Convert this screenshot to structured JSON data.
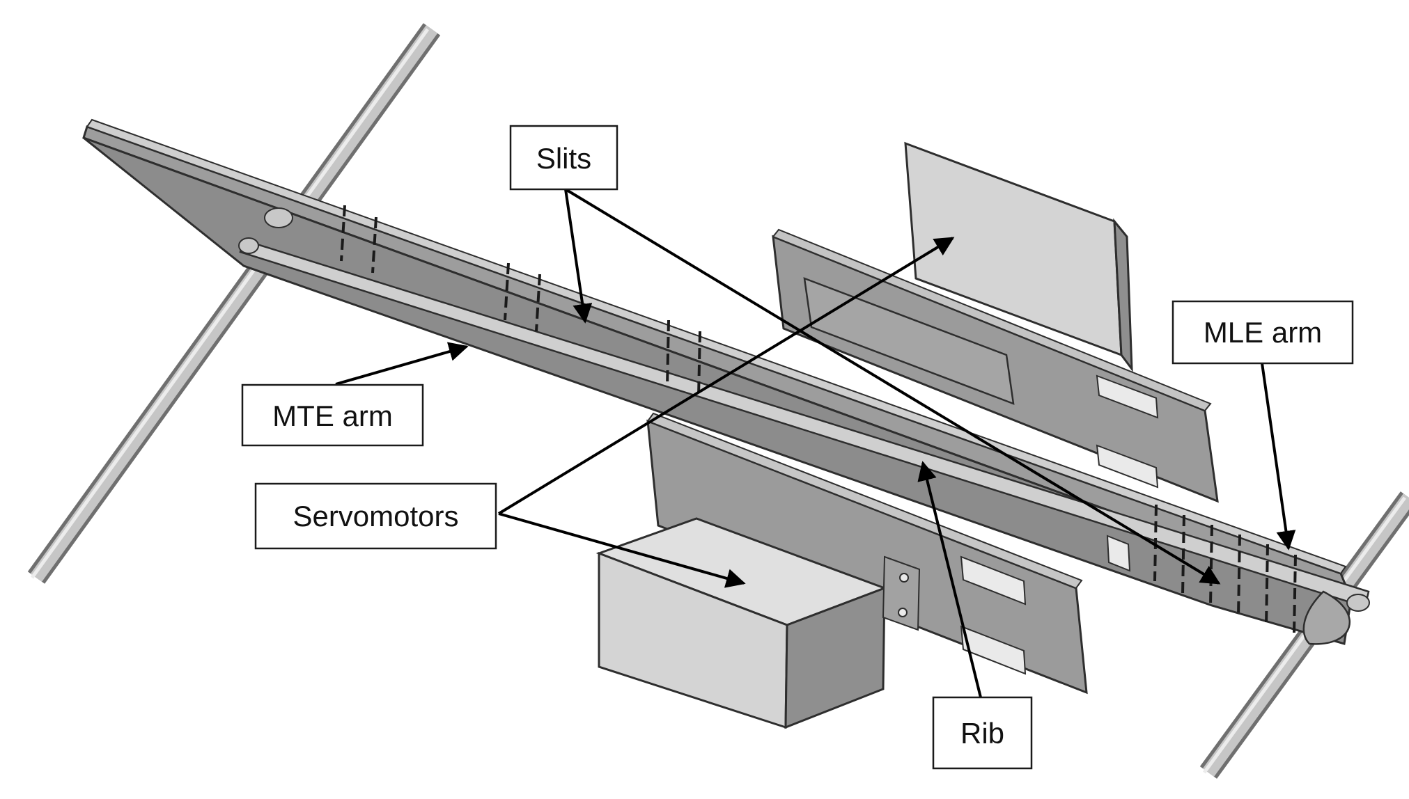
{
  "labels": {
    "slits": "Slits",
    "mte_arm": "MTE arm",
    "servomotors": "Servomotors",
    "mle_arm": "MLE arm",
    "rib": "Rib"
  },
  "colors": {
    "background": "#ffffff",
    "light_face": "#d2d2d2",
    "mid_face": "#9a9a9a",
    "dark_face": "#7a7a7a",
    "edge": "#2e2e2e",
    "rod": "#bcbcbc",
    "arrow": "#000000"
  }
}
